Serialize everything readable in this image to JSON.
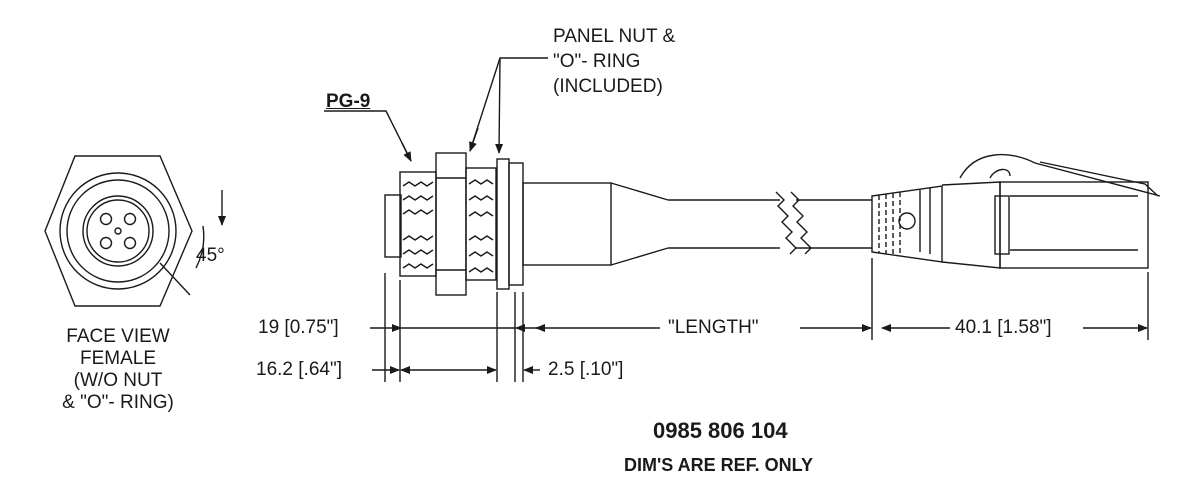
{
  "face_view": {
    "lines": [
      "FACE VIEW",
      "FEMALE",
      "(W/O NUT",
      "& \"O\"- RING)"
    ],
    "angle": "45°"
  },
  "callouts": {
    "thread": "PG-9",
    "panel_nut": [
      "PANEL NUT &",
      "\"O\"- RING",
      "(INCLUDED)"
    ]
  },
  "dimensions": {
    "overall_body": "19 [0.75\"]",
    "thread_length": "16.2 [.64\"]",
    "gap": "2.5 [.10\"]",
    "cable_length": "\"LENGTH\"",
    "plug_length": "40.1 [1.58\"]"
  },
  "part_number": "0985 806 104",
  "note": "DIM'S ARE REF. ONLY"
}
